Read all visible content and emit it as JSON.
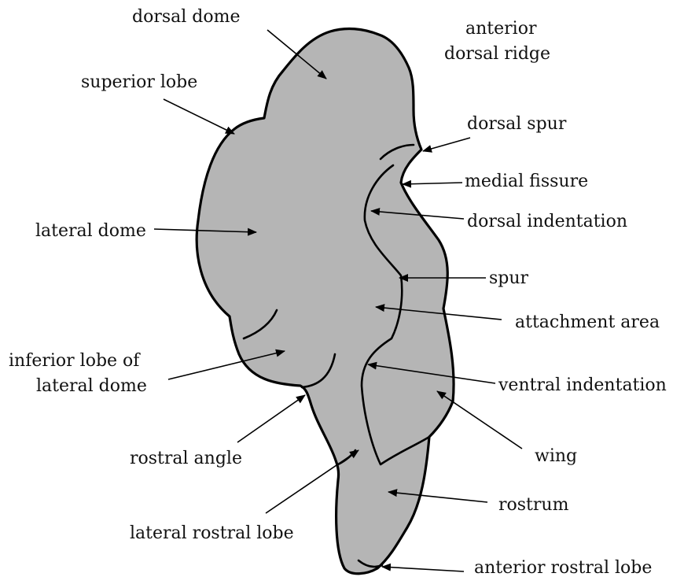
{
  "diagram": {
    "colors": {
      "fill": "#b5b5b5",
      "stroke": "#000000",
      "text": "#111111"
    },
    "labels": {
      "dorsal_dome": "dorsal dome",
      "anterior_dorsal_ridge_line1": "anterior",
      "anterior_dorsal_ridge_line2": "dorsal ridge",
      "superior_lobe": "superior lobe",
      "dorsal_spur": "dorsal spur",
      "medial_fissure": "medial fissure",
      "dorsal_indentation": "dorsal indentation",
      "lateral_dome": "lateral dome",
      "spur": "spur",
      "attachment_area": "attachment area",
      "inferior_lobe_line1": "inferior lobe of",
      "inferior_lobe_line2": "lateral dome",
      "ventral_indentation": "ventral indentation",
      "wing": "wing",
      "rostral_angle": "rostral angle",
      "rostrum": "rostrum",
      "lateral_rostral_lobe": "lateral rostral lobe",
      "anterior_rostral_lobe": "anterior rostral lobe"
    }
  }
}
